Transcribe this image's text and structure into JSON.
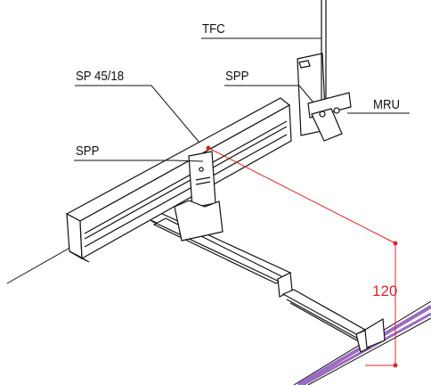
{
  "labels": {
    "tfc": "TFC",
    "sp": "SP 45/18",
    "spp_top": "SPP",
    "spp_mid": "SPP",
    "mru": "MRU"
  },
  "dimension": {
    "value": "120",
    "color": "#d9262b"
  },
  "colors": {
    "line": "#111111",
    "board": "#9b6bc0",
    "dimension": "#d9262b"
  }
}
